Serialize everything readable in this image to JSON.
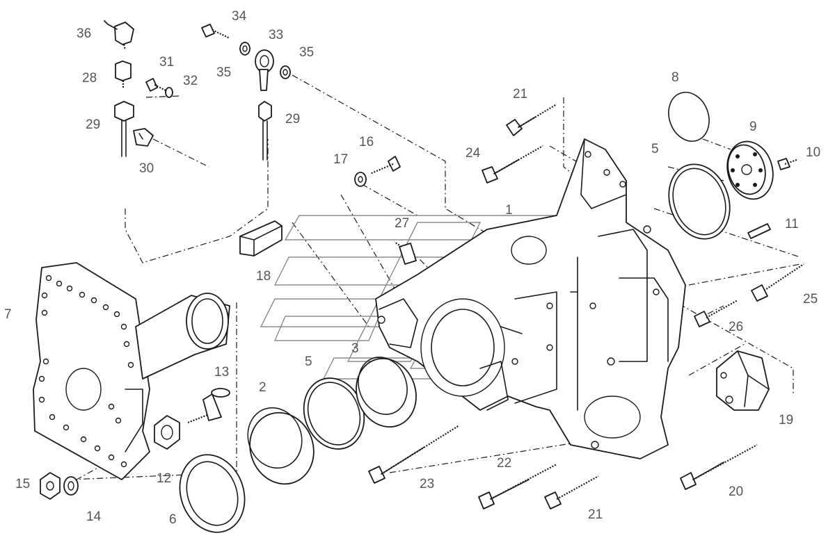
{
  "callouts": [
    {
      "id": "c1",
      "text": "1"
    },
    {
      "id": "c2",
      "text": "2"
    },
    {
      "id": "c3",
      "text": "3"
    },
    {
      "id": "c5a",
      "text": "5"
    },
    {
      "id": "c5b",
      "text": "5"
    },
    {
      "id": "c6",
      "text": "6"
    },
    {
      "id": "c7",
      "text": "7"
    },
    {
      "id": "c8",
      "text": "8"
    },
    {
      "id": "c9",
      "text": "9"
    },
    {
      "id": "c10",
      "text": "10"
    },
    {
      "id": "c11",
      "text": "11"
    },
    {
      "id": "c12",
      "text": "12"
    },
    {
      "id": "c13",
      "text": "13"
    },
    {
      "id": "c14",
      "text": "14"
    },
    {
      "id": "c15",
      "text": "15"
    },
    {
      "id": "c16",
      "text": "16"
    },
    {
      "id": "c17",
      "text": "17"
    },
    {
      "id": "c18",
      "text": "18"
    },
    {
      "id": "c19",
      "text": "19"
    },
    {
      "id": "c20",
      "text": "20"
    },
    {
      "id": "c21a",
      "text": "21"
    },
    {
      "id": "c21b",
      "text": "21"
    },
    {
      "id": "c22",
      "text": "22"
    },
    {
      "id": "c23",
      "text": "23"
    },
    {
      "id": "c24",
      "text": "24"
    },
    {
      "id": "c25",
      "text": "25"
    },
    {
      "id": "c26",
      "text": "26"
    },
    {
      "id": "c27",
      "text": "27"
    },
    {
      "id": "c28",
      "text": "28"
    },
    {
      "id": "c29a",
      "text": "29"
    },
    {
      "id": "c29b",
      "text": "29"
    },
    {
      "id": "c30",
      "text": "30"
    },
    {
      "id": "c31",
      "text": "31"
    },
    {
      "id": "c32",
      "text": "32"
    },
    {
      "id": "c33",
      "text": "33"
    },
    {
      "id": "c34",
      "text": "34"
    },
    {
      "id": "c35a",
      "text": "35"
    },
    {
      "id": "c35b",
      "text": "35"
    },
    {
      "id": "c36",
      "text": "36"
    }
  ],
  "colors": {
    "line": "#1a1a1a",
    "callout_text": "#555555",
    "watermark": "#8a8a8a",
    "background": "#ffffff"
  }
}
